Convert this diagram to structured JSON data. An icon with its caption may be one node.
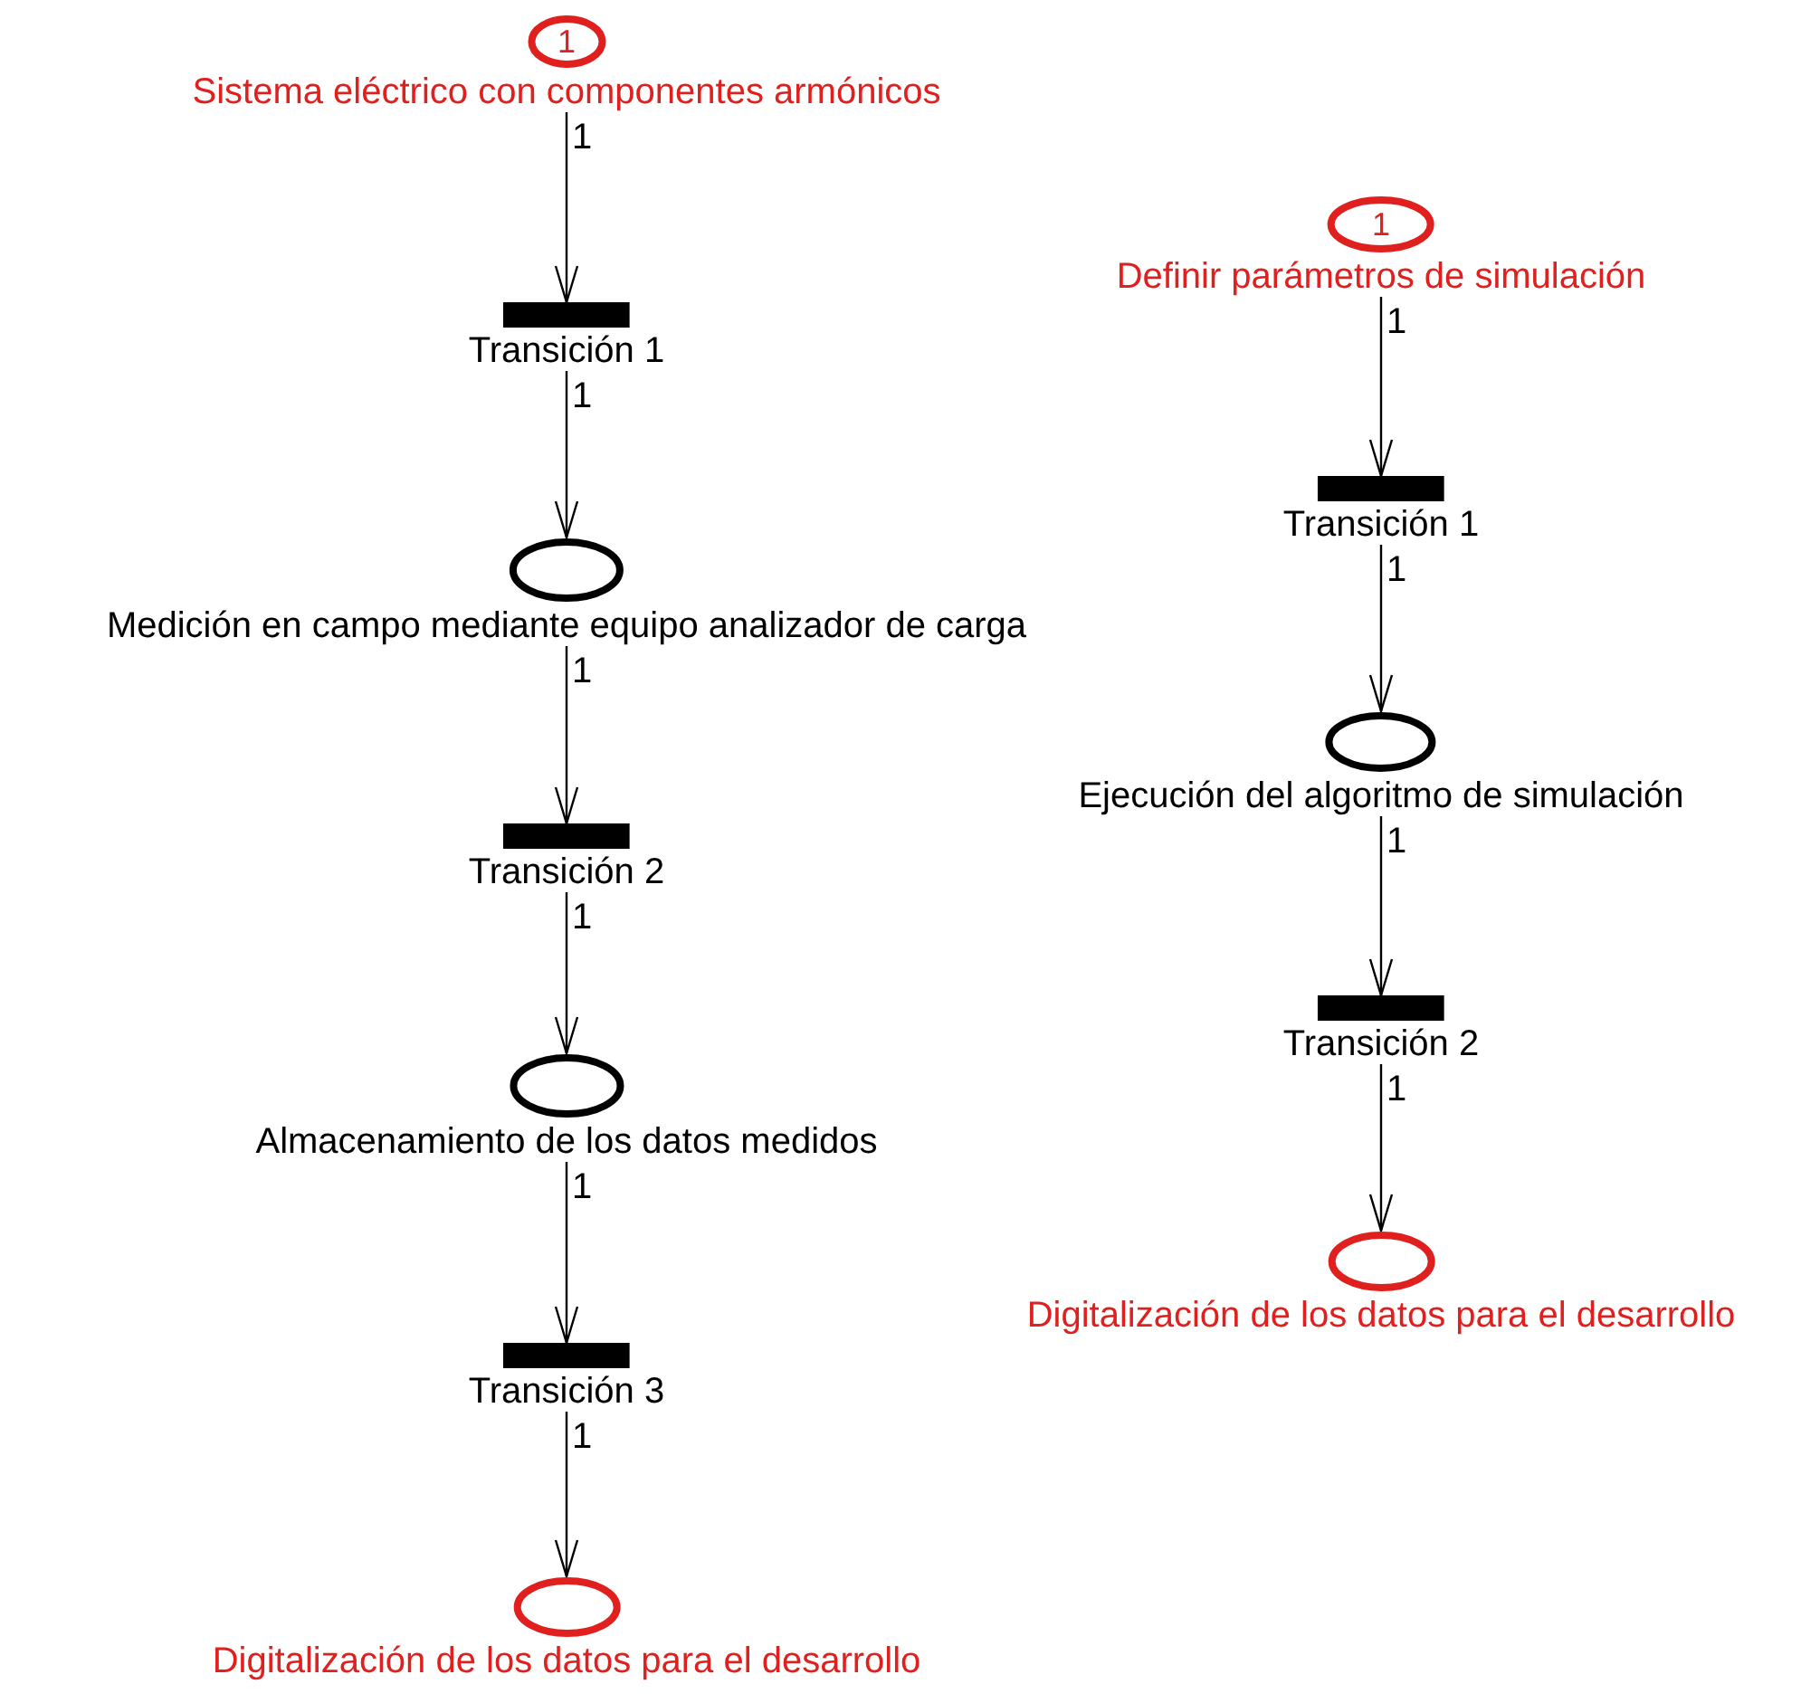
{
  "diagram": {
    "nodes": [
      {
        "text": [
          "1",
          "Sistema eléctrico con componentes armónicos"
        ]
      },
      {
        "text": [
          "Transición 1"
        ]
      },
      {
        "text": [
          "Medición en campo mediante equipo analizador de carga"
        ]
      },
      {
        "text": [
          "Transición 2"
        ]
      },
      {
        "text": [
          "Almacenamiento de los datos medidos"
        ]
      },
      {
        "text": [
          "Transición 3"
        ]
      },
      {
        "text": [
          "Digitalización de los datos para el desarrollo"
        ]
      },
      {
        "text": [
          "1",
          "Definir parámetros de simulación"
        ]
      },
      {
        "text": [
          "Transición 1"
        ]
      },
      {
        "text": [
          "Ejecución del algoritmo de simulación"
        ]
      },
      {
        "text": [
          "Transición 2"
        ]
      },
      {
        "text": [
          "Digitalización de los datos para el desarrollo"
        ]
      }
    ],
    "edges": [
      {
        "from": 0,
        "to": 1,
        "arrow": "to",
        "label": "1"
      },
      {
        "from": 1,
        "to": 2,
        "arrow": "to",
        "label": "1"
      },
      {
        "from": 2,
        "to": 3,
        "arrow": "to",
        "label": "1"
      },
      {
        "from": 3,
        "to": 4,
        "arrow": "to",
        "label": "1"
      },
      {
        "from": 4,
        "to": 5,
        "arrow": "to",
        "label": "1"
      },
      {
        "from": 5,
        "to": 6,
        "arrow": "to",
        "label": "1"
      },
      {
        "from": 7,
        "to": 8,
        "arrow": "to",
        "label": "1"
      },
      {
        "from": 8,
        "to": 9,
        "arrow": "to",
        "label": "1"
      },
      {
        "from": 9,
        "to": 10,
        "arrow": "to",
        "label": "1"
      },
      {
        "from": 10,
        "to": 11,
        "arrow": "to",
        "label": "1"
      }
    ]
  }
}
